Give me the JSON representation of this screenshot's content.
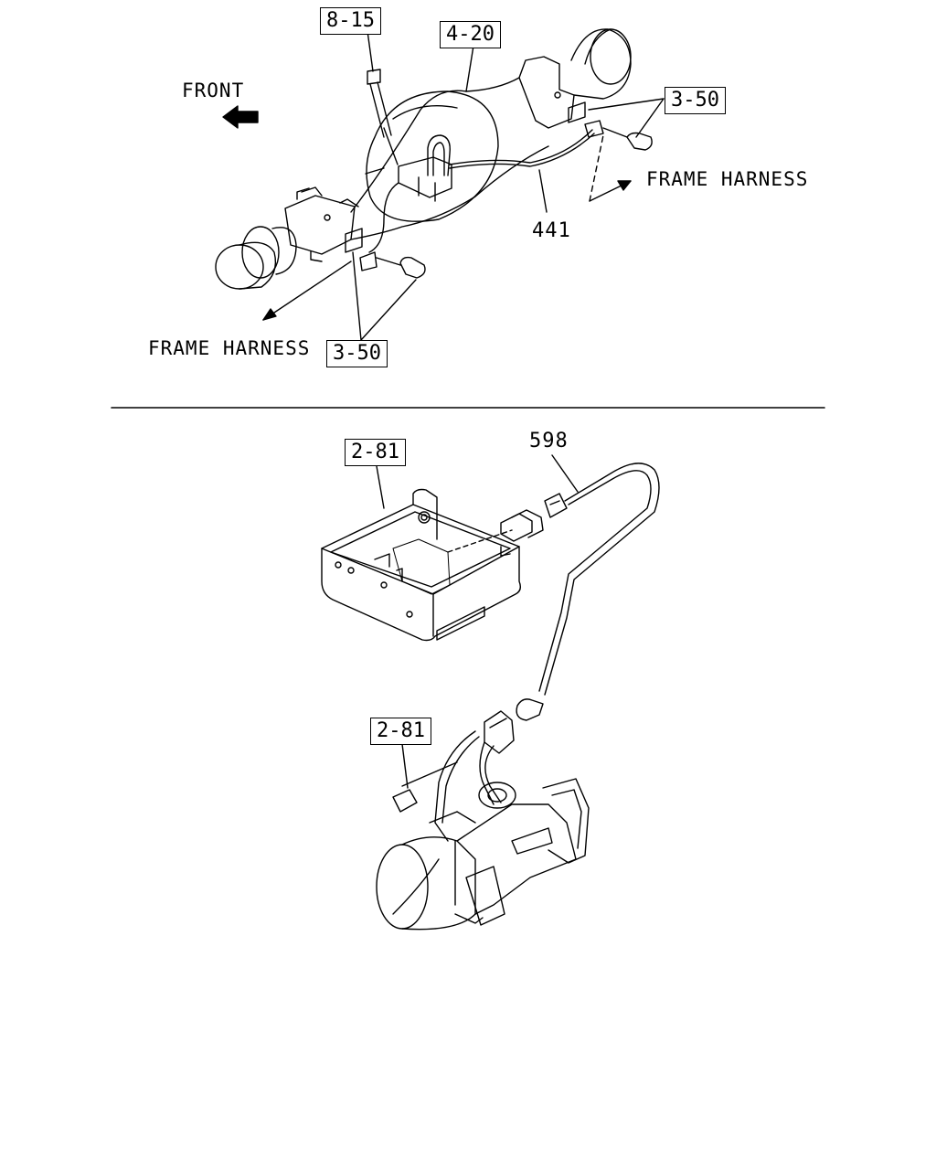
{
  "top_view": {
    "front_label": "FRONT",
    "frame_harness_right": "FRAME HARNESS",
    "frame_harness_left": "FRAME HARNESS",
    "part_441": "441",
    "ref_8_15": "8-15",
    "ref_4_20": "4-20",
    "ref_3_50_right": "3-50",
    "ref_3_50_bottom": "3-50"
  },
  "bottom_view": {
    "part_598": "598",
    "ref_2_81_top": "2-81",
    "ref_2_81_bottom": "2-81"
  }
}
